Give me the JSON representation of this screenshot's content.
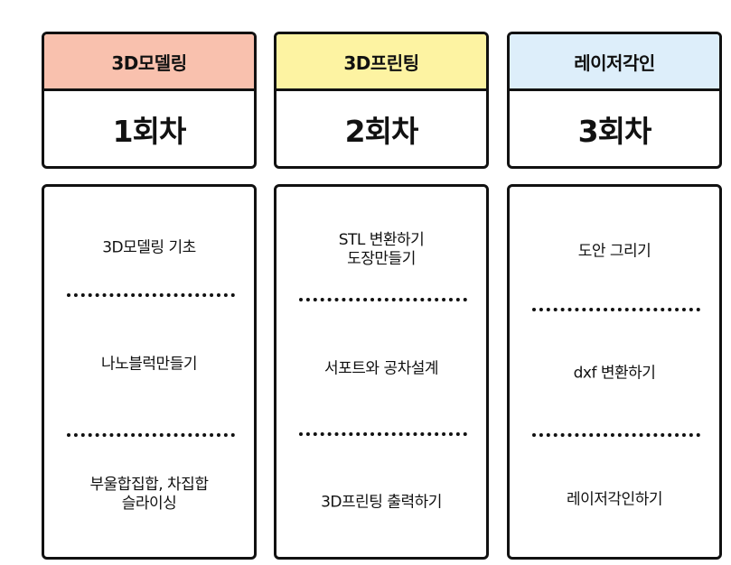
{
  "columns": [
    {
      "topic": "3D모델링",
      "topic_color": "#f9c1ae",
      "session": "1회차",
      "items": [
        "3D모델링 기초",
        "나노블럭만들기",
        "부울합집합, 차집합\n슬라이싱"
      ]
    },
    {
      "topic": "3D프린팅",
      "topic_color": "#fdf3a2",
      "session": "2회차",
      "items": [
        "STL 변환하기\n도장만들기",
        "서포트와 공차설계",
        "3D프린팅 출력하기"
      ]
    },
    {
      "topic": "레이저각인",
      "topic_color": "#ddeefa",
      "session": "3회차",
      "items": [
        "도안 그리기",
        "dxf 변환하기",
        "레이저각인하기"
      ]
    }
  ]
}
